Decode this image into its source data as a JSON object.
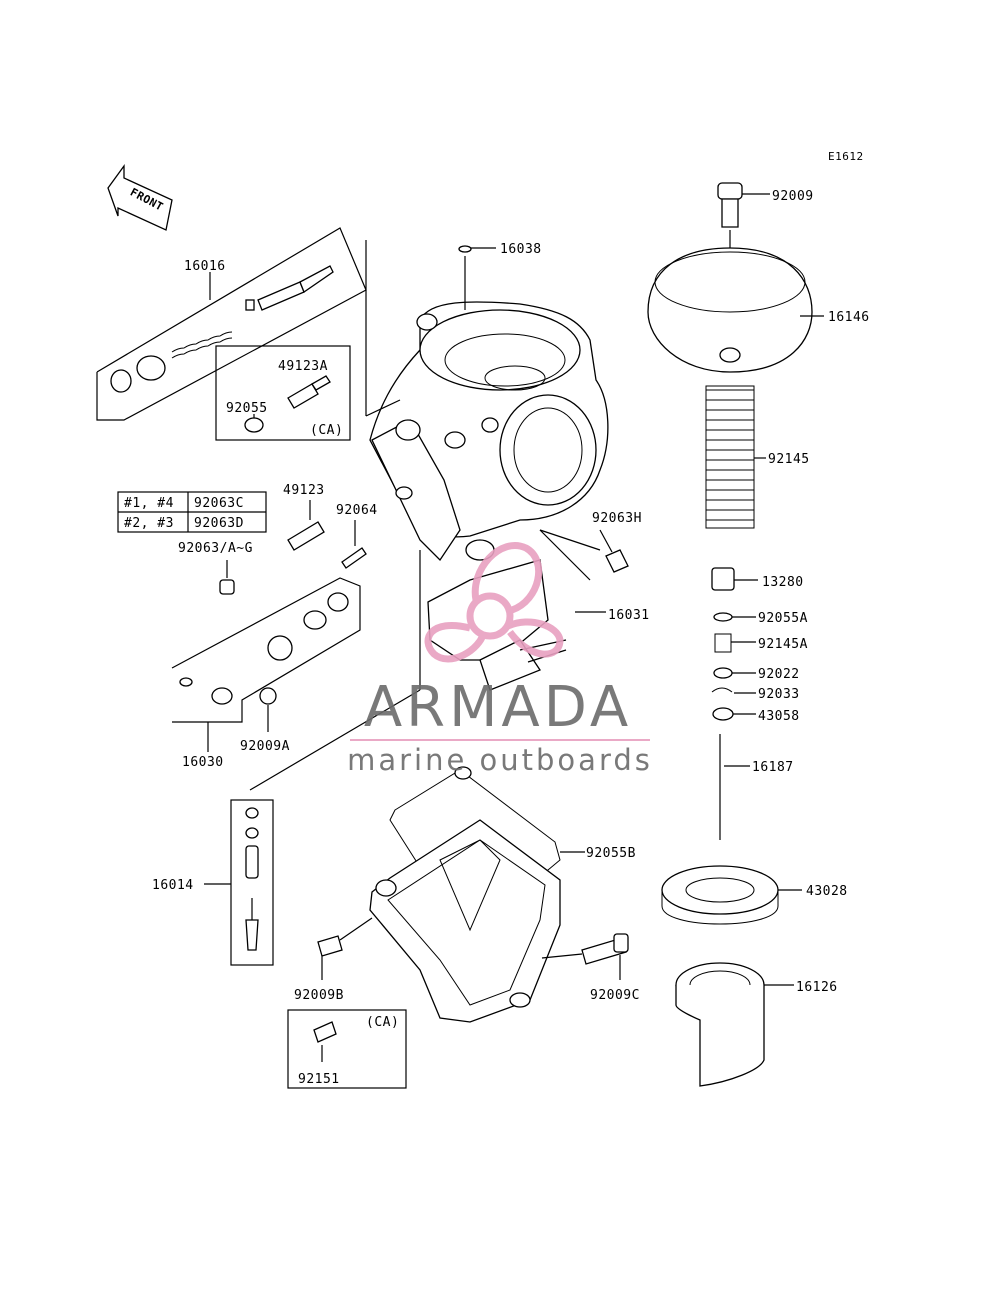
{
  "diagram_code": "E1612",
  "front_arrow": "FRONT",
  "labels": {
    "p16016": "16016",
    "p16038": "16038",
    "p92009": "92009",
    "p16146": "16146",
    "p49123A": "49123A",
    "p92055": "92055",
    "ca1": "(CA)",
    "p92145": "92145",
    "p49123": "49123",
    "p92064": "92064",
    "p92063H": "92063H",
    "p92063AG": "92063/A~G",
    "p13280": "13280",
    "p16031": "16031",
    "p92055A": "92055A",
    "p92145A": "92145A",
    "p92022": "92022",
    "p92033": "92033",
    "p43058": "43058",
    "p16030": "16030",
    "p92009A": "92009A",
    "p16187": "16187",
    "p92055B": "92055B",
    "p16014": "16014",
    "p43028": "43028",
    "p92009B": "92009B",
    "p92009C": "92009C",
    "p16126": "16126",
    "ca2": "(CA)",
    "p92151": "92151"
  },
  "variant_table": [
    {
      "cyl": "#1, #4",
      "part": "92063C"
    },
    {
      "cyl": "#2, #3",
      "part": "92063D"
    }
  ],
  "watermark": {
    "brand": "ARMADA",
    "tagline": "marine outboards",
    "logo_color": "#e8a0c0",
    "text_color": "#6b6b6b"
  }
}
